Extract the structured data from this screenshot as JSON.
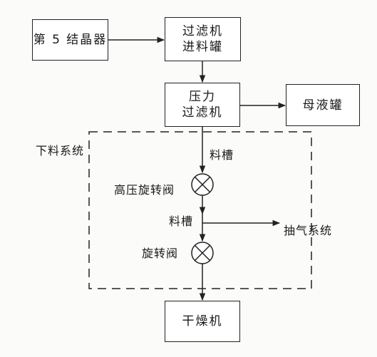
{
  "nodes": {
    "crystallizer": "第 5 结晶器",
    "filter_feed_tank_line1": "过滤机",
    "filter_feed_tank_line2": "进料罐",
    "pressure_filter_line1": "压力",
    "pressure_filter_line2": "过滤机",
    "mother_liquor_tank": "母液罐",
    "dryer": "干燥机"
  },
  "labels": {
    "discharge_system": "下料系统",
    "chute_1": "料槽",
    "high_pressure_rotary_valve": "高压旋转阀",
    "chute_2": "料槽",
    "exhaust_system": "抽气系统",
    "rotary_valve": "旋转阀"
  },
  "colors": {
    "line": "#222222",
    "background": "#fbfbf9"
  }
}
